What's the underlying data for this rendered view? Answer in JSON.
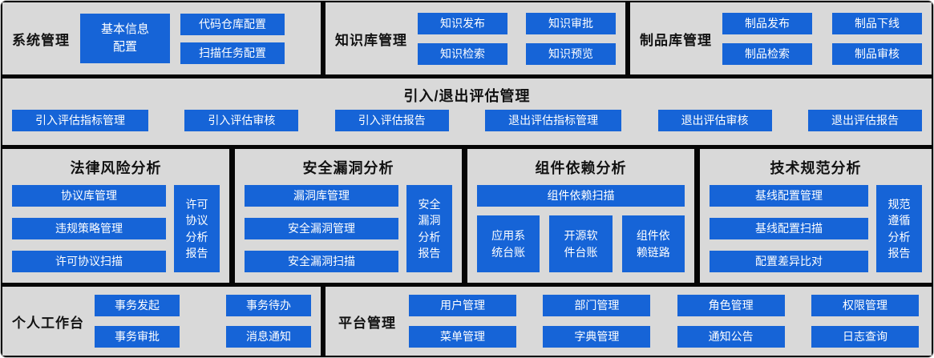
{
  "colors": {
    "background": "#060606",
    "panel": "#d9d9d9",
    "accent": "#1664d7",
    "button_text": "#ffffff",
    "title_text": "#111111"
  },
  "panels": {
    "system": {
      "title": "系统管理",
      "big_button": "基本信息配置",
      "buttons": [
        "代码仓库配置",
        "扫描任务配置"
      ]
    },
    "knowledge": {
      "title": "知识库管理",
      "buttons": [
        "知识发布",
        "知识审批",
        "知识检索",
        "知识预览"
      ]
    },
    "artifact": {
      "title": "制品库管理",
      "buttons": [
        "制品发布",
        "制品下线",
        "制品检索",
        "制品审核"
      ]
    },
    "eval": {
      "title": "引入/退出评估管理",
      "buttons": [
        "引入评估指标管理",
        "引入评估审核",
        "引入评估报告",
        "退出评估指标管理",
        "退出评估审核",
        "退出评估报告"
      ]
    },
    "legal": {
      "title": "法律风险分析",
      "buttons": [
        "协议库管理",
        "违规策略管理",
        "许可协议扫描"
      ],
      "report": "许可协议分析报告"
    },
    "security": {
      "title": "安全漏洞分析",
      "buttons": [
        "漏洞库管理",
        "安全漏洞管理",
        "安全漏洞扫描"
      ],
      "report": "安全漏洞分析报告"
    },
    "component": {
      "title": "组件依赖分析",
      "scan_button": "组件依赖扫描",
      "buttons": [
        "应用系统台账",
        "开源软件台账",
        "组件依赖链路"
      ]
    },
    "tech": {
      "title": "技术规范分析",
      "buttons": [
        "基线配置管理",
        "基线配置扫描",
        "配置差异比对"
      ],
      "report": "规范遵循分析报告"
    },
    "personal": {
      "title": "个人工作台",
      "buttons": [
        "事务发起",
        "事务待办",
        "事务审批",
        "消息通知"
      ]
    },
    "platform": {
      "title": "平台管理",
      "buttons": [
        "用户管理",
        "部门管理",
        "角色管理",
        "权限管理",
        "菜单管理",
        "字典管理",
        "通知公告",
        "日志查询"
      ]
    }
  }
}
